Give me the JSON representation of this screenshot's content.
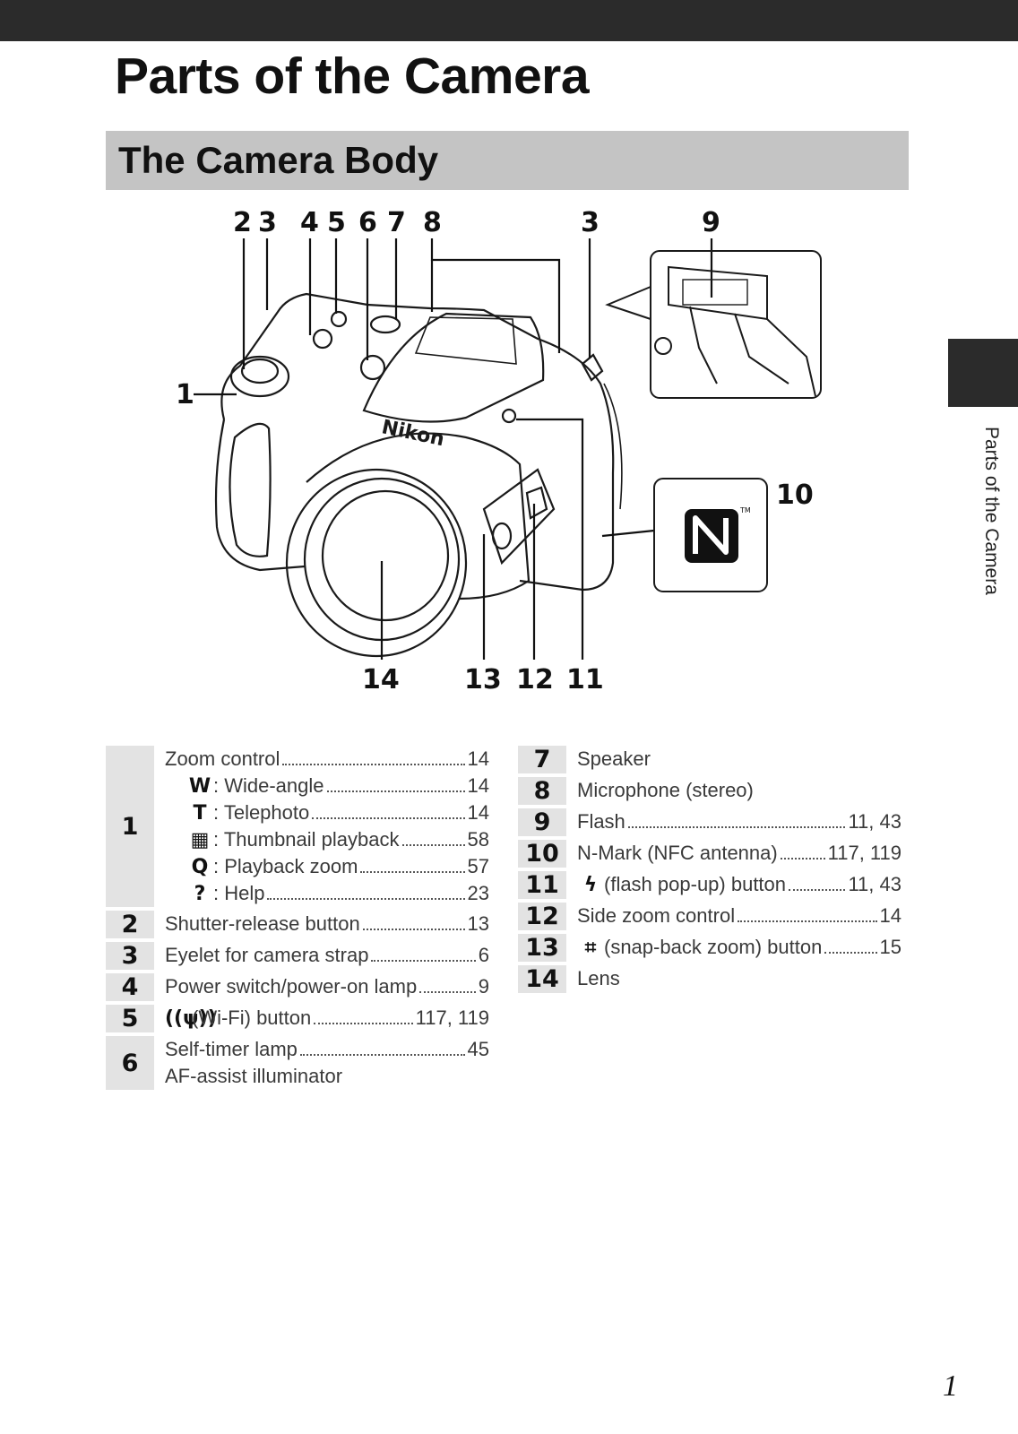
{
  "page": {
    "title": "Parts of the Camera",
    "section": "The Camera Body",
    "side_label": "Parts of the Camera",
    "page_number": "1"
  },
  "diagram": {
    "callouts_top": [
      "2",
      "3",
      "4",
      "5",
      "6",
      "7",
      "8",
      "3",
      "9"
    ],
    "callout_left": "1",
    "callout_right": "10",
    "callouts_bottom": [
      "14",
      "13",
      "12",
      "11"
    ],
    "brand": "Nikon",
    "tm": "TM"
  },
  "legend_left": [
    {
      "num": "1",
      "lines": [
        {
          "symbol": "",
          "text": "Zoom control",
          "page": "14"
        },
        {
          "symbol": "W",
          "text": ": Wide-angle",
          "page": "14"
        },
        {
          "symbol": "T",
          "text": ": Telephoto",
          "page": "14"
        },
        {
          "symbol": "▦",
          "text": ": Thumbnail playback",
          "page": "58"
        },
        {
          "symbol": "Q",
          "text": ": Playback zoom",
          "page": "57"
        },
        {
          "symbol": "?",
          "text": ": Help",
          "page": "23"
        }
      ]
    },
    {
      "num": "2",
      "lines": [
        {
          "symbol": "",
          "text": "Shutter-release button",
          "page": "13"
        }
      ]
    },
    {
      "num": "3",
      "lines": [
        {
          "symbol": "",
          "text": "Eyelet for camera strap",
          "page": "6"
        }
      ]
    },
    {
      "num": "4",
      "lines": [
        {
          "symbol": "",
          "text": "Power switch/power-on lamp",
          "page": "9"
        }
      ]
    },
    {
      "num": "5",
      "lines": [
        {
          "symbol": "((ψ))",
          "text": "(Wi-Fi) button",
          "page": "117, 119"
        }
      ]
    },
    {
      "num": "6",
      "lines": [
        {
          "symbol": "",
          "text": "Self-timer lamp",
          "page": "45"
        },
        {
          "symbol": "",
          "text": "AF-assist illuminator",
          "page": ""
        }
      ]
    }
  ],
  "legend_right": [
    {
      "num": "7",
      "lines": [
        {
          "symbol": "",
          "text": "Speaker",
          "page": ""
        }
      ]
    },
    {
      "num": "8",
      "lines": [
        {
          "symbol": "",
          "text": "Microphone (stereo)",
          "page": ""
        }
      ]
    },
    {
      "num": "9",
      "lines": [
        {
          "symbol": "",
          "text": "Flash",
          "page": "11, 43"
        }
      ]
    },
    {
      "num": "10",
      "lines": [
        {
          "symbol": "",
          "text": "N-Mark (NFC antenna)",
          "page": "117, 119"
        }
      ]
    },
    {
      "num": "11",
      "lines": [
        {
          "symbol": "ϟ",
          "text": "(flash pop-up) button",
          "page": "11, 43"
        }
      ]
    },
    {
      "num": "12",
      "lines": [
        {
          "symbol": "",
          "text": "Side zoom control",
          "page": "14"
        }
      ]
    },
    {
      "num": "13",
      "lines": [
        {
          "symbol": "⌗",
          "text": "(snap-back zoom) button",
          "page": "15"
        }
      ]
    },
    {
      "num": "14",
      "lines": [
        {
          "symbol": "",
          "text": "Lens",
          "page": ""
        }
      ]
    }
  ]
}
